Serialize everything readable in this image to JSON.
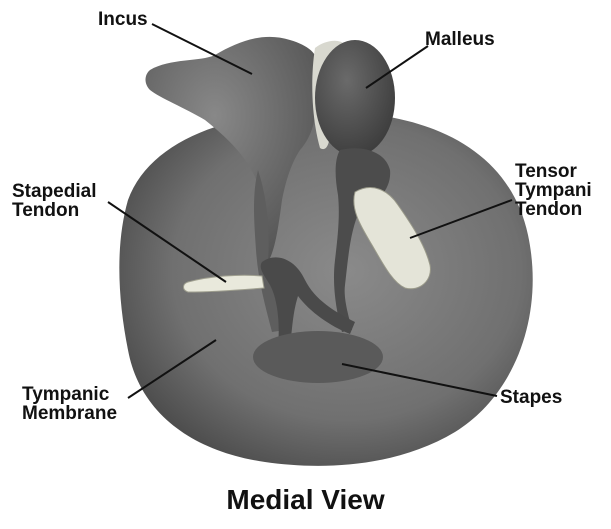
{
  "labels": {
    "incus": "Incus",
    "malleus": "Malleus",
    "stapedial_tendon": "Stapedial\nTendon",
    "tensor_tympani_tendon": "Tensor\nTympani\nTendon",
    "tympanic_membrane": "Tympanic\nMembrane",
    "stapes": "Stapes"
  },
  "caption": "Medial View",
  "colors": {
    "membrane": "#7a7a7a",
    "bone": "#6e6e6e",
    "tendon": "#e6e6dc",
    "label": "#111111"
  }
}
